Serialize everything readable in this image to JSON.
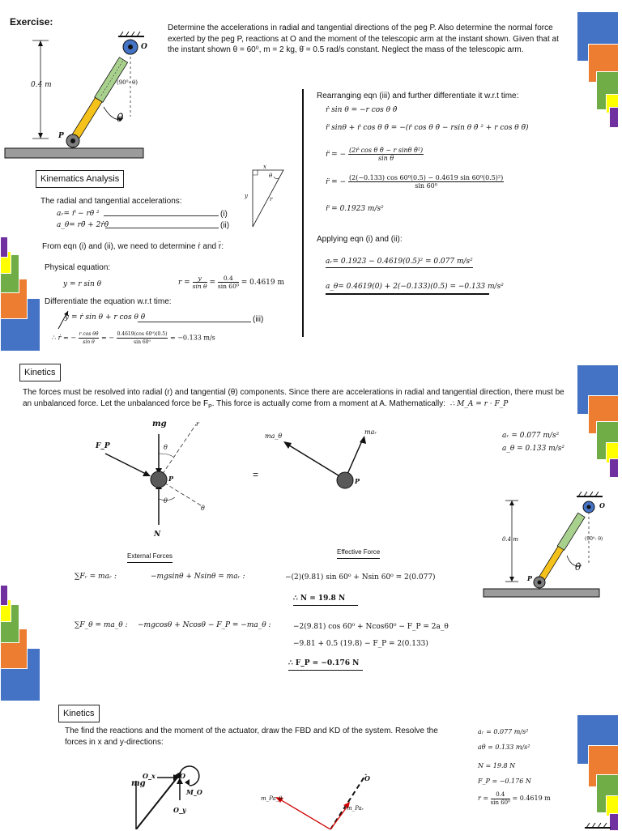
{
  "exercise": {
    "title": "Exercise:",
    "problem": "Determine the accelerations in radial and tangential directions of the peg P. Also determine the normal force exerted by the peg P, reactions at O and the moment of the telescopic arm at the instant shown. Given that at the instant shown θ = 60⁰, m = 2 kg, θ̇ = 0.5 rad/s constant. Neglect the mass of the telescopic arm."
  },
  "figure": {
    "length_label": "0.4 m",
    "point_o": "O",
    "point_p": "P",
    "angle_label": "(90⁰- θ)",
    "theta_dot": "θ̇"
  },
  "kinematics": {
    "box_title": "Kinematics Analysis",
    "intro": "The radial and tangential accelerations:",
    "eq_ar": "aᵣ= r̈  − rθ̇ ²",
    "eq_ath": "a_θ= rθ̈  + 2ṙθ̇",
    "tag_i": "(i)",
    "tag_ii": "(ii)",
    "need": "From eqn (i) and (ii), we need to determine ṙ and r̈:",
    "physical": "Physical equation:",
    "y_eq": "y = r sin θ",
    "r_eq_lhs": "r =",
    "r_frac_a_num": "y",
    "r_frac_a_den": "sin θ",
    "r_frac_b_num": "0.4",
    "r_frac_b_den": "sin 60⁰",
    "r_eq_rhs": "= 0.4619  m",
    "differentiate": "Differentiate the equation w.r.t time:",
    "ydot_eq": "ẏ = ṙ sin θ + r cos θ θ̇",
    "tag_iii": "(iii)",
    "therefore": "∴",
    "rdot_lhs": "ṙ = −",
    "rdot_frac1_num": "r cos θθ̇",
    "rdot_frac1_den": "sin θ",
    "rdot_mid": "= −",
    "rdot_frac2_num": "0.4619(cos 60⁰)(0.5)",
    "rdot_frac2_den": "sin 60⁰",
    "rdot_rhs": "= −0.133 m/s",
    "triangle_x": "x",
    "triangle_y": "y",
    "triangle_r": "r",
    "triangle_theta": "θ"
  },
  "rearrange": {
    "title": "Rearranging eqn (iii) and further differentiate it w.r.t time:",
    "l1": "ṙ sin θ = −r cos θ θ̇",
    "l2": "r̈ sinθ + ṙ cos θ θ̇ = −(ṙ cos θ θ̇ − rsin θ θ̇ ² + r cos θ θ̈)",
    "l3_lhs": "r̈ = −",
    "l3_num": "(2ṙ cos θ θ̇ − r sinθ θ̇²)",
    "l3_den": "sin θ",
    "l4_lhs": "r̈ = −",
    "l4_num": "(2(−0.133) cos 60⁰(0.5) − 0.4619 sin 60⁰(0.5)²)",
    "l4_den": "sin 60⁰",
    "l5": "r̈ = 0.1923 m/s²",
    "apply": "Applying eqn (i) and (ii):",
    "ar_result": "aᵣ= 0.1923 − 0.4619(0.5)² = 0.077 m/s²",
    "ath_result": "a_θ= 0.4619(0) + 2(−0.133)(0.5) = −0.133 m/s²"
  },
  "kinetics1": {
    "box_title": "Kinetics",
    "text_a": "The forces must be resolved into radial (r) and tangential (θ) components. Since there are accelerations in radial and tangential direction, there must be an unbalanced force. Let the unbalanced force be F",
    "text_sub": "P",
    "text_b": ". This force is actually come from a moment at A. Mathematically:",
    "text_eq": "∴   M_A = r · F_P",
    "ar": "aᵣ = 0.077 m/s²",
    "ath": "a_θ = 0.133 m/s²",
    "fbd_mg": "mg",
    "fbd_fp": "F_P",
    "fbd_n": "N",
    "fbd_p": "P",
    "fbd_r": "r",
    "fbd_theta": "θ",
    "equals": "=",
    "kd_math": "ma_θ",
    "kd_mar": "maᵣ",
    "kd_p": "P",
    "ext_label": "External Forces",
    "eff_label": "Effective Force",
    "eq1_lhs": "∑Fᵣ = maᵣ  :",
    "eq1_mid": "−mgsinθ + Nsinθ = maᵣ  :",
    "eq1_rhs": "−(2)(9.81) sin 60⁰ + Nsin 60⁰ = 2(0.077)",
    "eq1_res": "∴  N = 19.8 N",
    "eq2_lhs": "∑F_θ = ma_θ  :",
    "eq2_mid": "−mgcosθ + Ncosθ − F_P = −ma_θ  :",
    "eq2_rhs": "−2(9.81) cos 60⁰ + Ncos60⁰ − F_P = 2a_θ",
    "eq2_rhs2": "−9.81 + 0.5 (19.8) − F_P = 2(0.133)",
    "eq2_res": "∴  F_P = −0.176 N"
  },
  "kinetics2": {
    "box_title": "Kinetics",
    "text": "The find the reactions and the moment of the actuator, draw the FBD and KD of the system. Resolve the forces in x and y-directions:",
    "ar": "aᵣ = 0.077 m/s²",
    "ath": "aθ = 0.133 m/s²",
    "n": "N = 19.8 N",
    "fp": "F_P = −0.176 N",
    "r_lhs": "r =",
    "r_num": "0.4",
    "r_den": "sin 60⁰",
    "r_rhs": "= 0.4619 m",
    "fbd_ox": "O_x",
    "fbd_o": "O",
    "fbd_oy": "O_y",
    "fbd_mo": "M_O",
    "fbd_mg": "mg",
    "kd_mpath": "m_Pa_θ",
    "kd_mpar": "m_Paᵣ",
    "kd_o": "O"
  },
  "colors": {
    "blue": "#4472c4",
    "orange": "#ed7d31",
    "green": "#70ad47",
    "yellow": "#ffff00",
    "purple": "#7030a0",
    "arm_yellow": "#f5c21b",
    "arm_green": "#a9d18e",
    "red": "#d00000"
  }
}
